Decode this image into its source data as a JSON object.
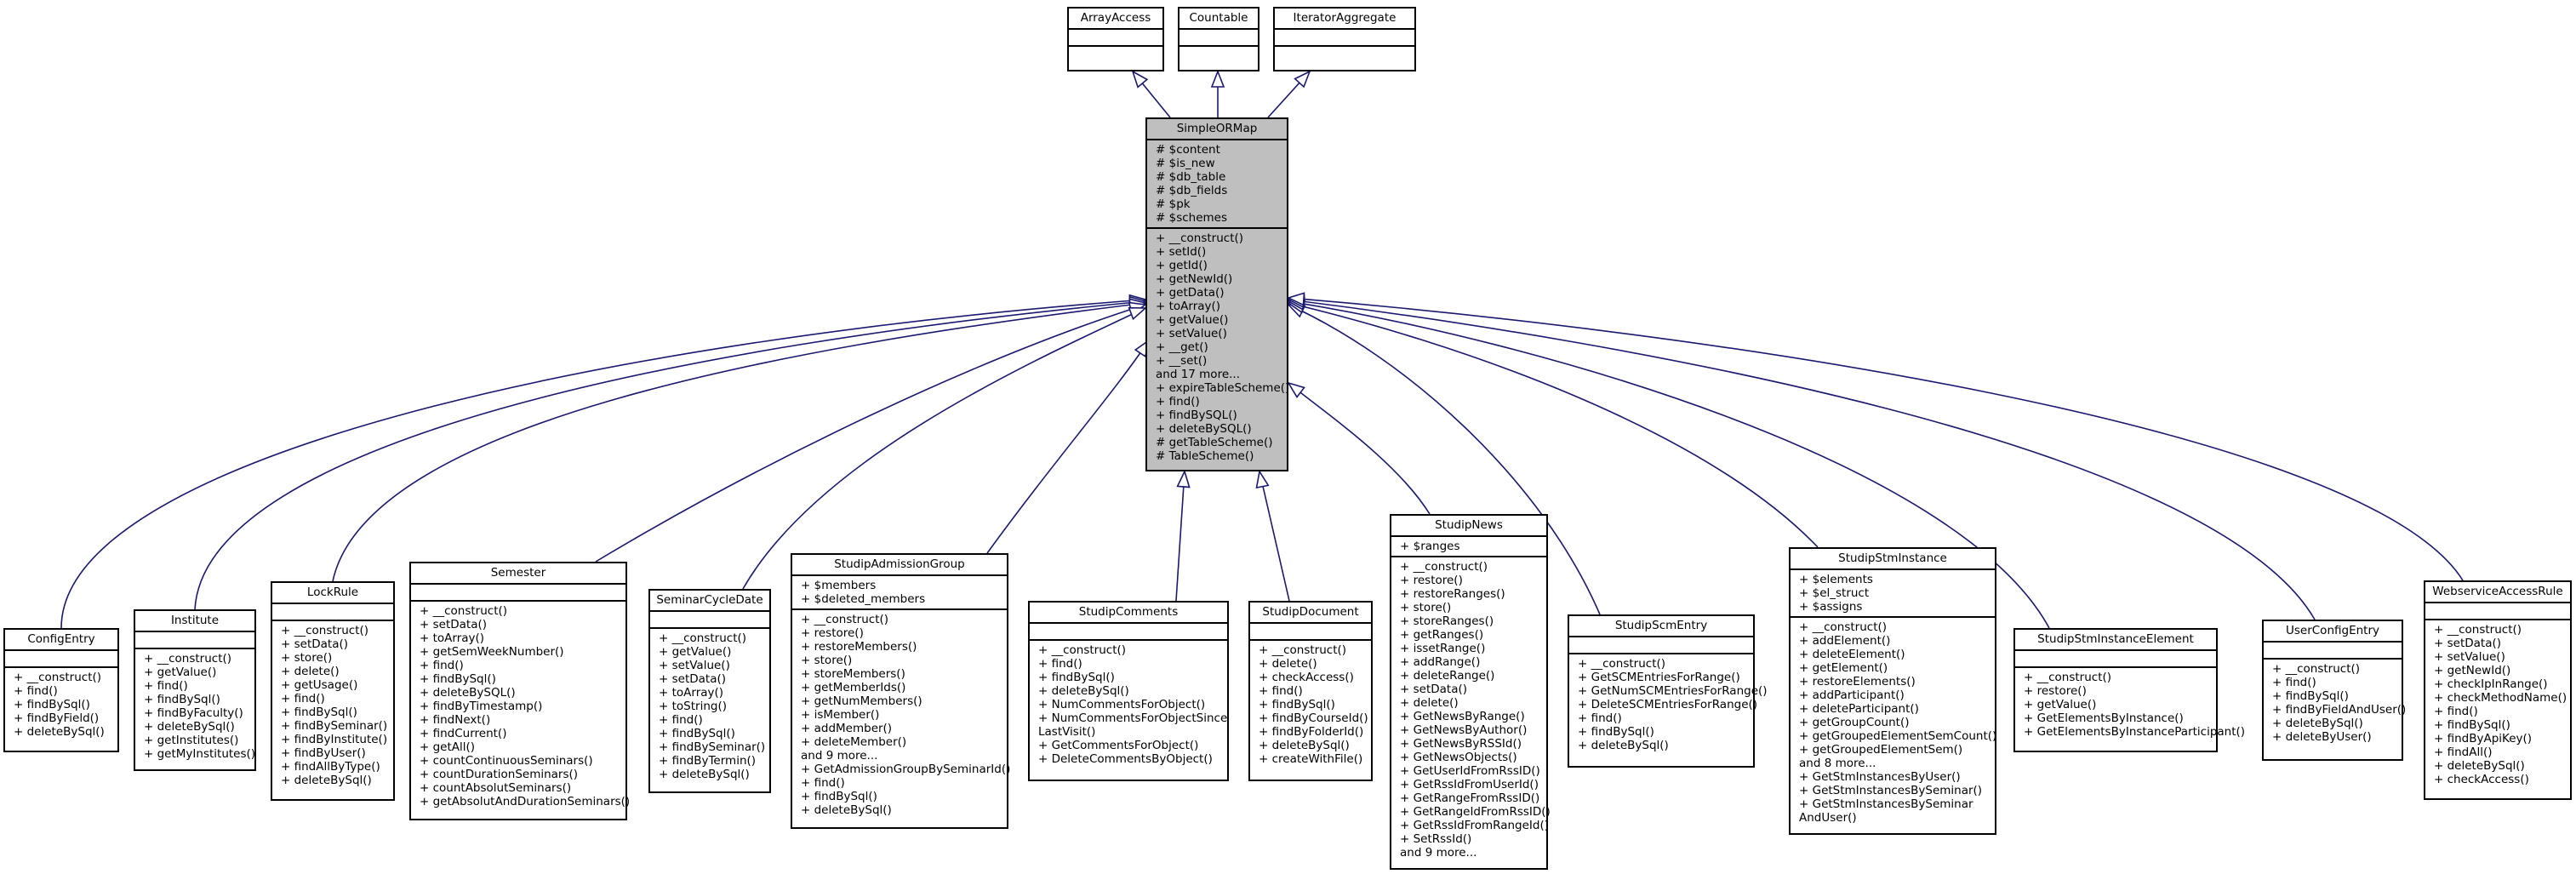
{
  "colors": {
    "edge": "#191970",
    "highlight_fill": "#bfbfbf",
    "box_fill": "#ffffff",
    "border": "#000000"
  },
  "classes": {
    "arrayaccess": {
      "name": "ArrayAccess",
      "attrs": [],
      "ops": []
    },
    "countable": {
      "name": "Countable",
      "attrs": [],
      "ops": []
    },
    "iteratoraggregate": {
      "name": "IteratorAggregate",
      "attrs": [],
      "ops": []
    },
    "simpleormap": {
      "name": "SimpleORMap",
      "attrs": [
        "# $content",
        "# $is_new",
        "# $db_table",
        "# $db_fields",
        "# $pk",
        "# $schemes"
      ],
      "ops": [
        "+ __construct()",
        "+ setId()",
        "+ getId()",
        "+ getNewId()",
        "+ getData()",
        "+ toArray()",
        "+ getValue()",
        "+ setValue()",
        "+ __get()",
        "+ __set()",
        "and 17 more...",
        "+ expireTableScheme()",
        "+ find()",
        "+ findBySQL()",
        "+ deleteBySQL()",
        "# getTableScheme()",
        "# TableScheme()"
      ]
    },
    "configentry": {
      "name": "ConfigEntry",
      "attrs": [],
      "ops": [
        "+ __construct()",
        "+ find()",
        "+ findBySql()",
        "+ findByField()",
        "+ deleteBySql()"
      ]
    },
    "institute": {
      "name": "Institute",
      "attrs": [],
      "ops": [
        "+ __construct()",
        "+ getValue()",
        "+ find()",
        "+ findBySql()",
        "+ findByFaculty()",
        "+ deleteBySql()",
        "+ getInstitutes()",
        "+ getMyInstitutes()"
      ]
    },
    "lockrule": {
      "name": "LockRule",
      "attrs": [],
      "ops": [
        "+ __construct()",
        "+ setData()",
        "+ store()",
        "+ delete()",
        "+ getUsage()",
        "+ find()",
        "+ findBySql()",
        "+ findBySeminar()",
        "+ findByInstitute()",
        "+ findByUser()",
        "+ findAllByType()",
        "+ deleteBySql()"
      ]
    },
    "semester": {
      "name": "Semester",
      "attrs": [],
      "ops": [
        "+ __construct()",
        "+ setData()",
        "+ toArray()",
        "+ getSemWeekNumber()",
        "+ find()",
        "+ findBySql()",
        "+ deleteBySQL()",
        "+ findByTimestamp()",
        "+ findNext()",
        "+ findCurrent()",
        "+ getAll()",
        "+ countContinuousSeminars()",
        "+ countDurationSeminars()",
        "+ countAbsolutSeminars()",
        "+ getAbsolutAndDurationSeminars()"
      ]
    },
    "seminarcycledate": {
      "name": "SeminarCycleDate",
      "attrs": [],
      "ops": [
        "+ __construct()",
        "+ getValue()",
        "+ setValue()",
        "+ setData()",
        "+ toArray()",
        "+ toString()",
        "+ find()",
        "+ findBySql()",
        "+ findBySeminar()",
        "+ findByTermin()",
        "+ deleteBySql()"
      ]
    },
    "studipadmissiongroup": {
      "name": "StudipAdmissionGroup",
      "attrs": [
        "+ $members",
        "+ $deleted_members"
      ],
      "ops": [
        "+ __construct()",
        "+ restore()",
        "+ restoreMembers()",
        "+ store()",
        "+ storeMembers()",
        "+ getMemberIds()",
        "+ getNumMembers()",
        "+ isMember()",
        "+ addMember()",
        "+ deleteMember()",
        "and 9 more...",
        "+ GetAdmissionGroupBySeminarId()",
        "+ find()",
        "+ findBySql()",
        "+ deleteBySql()"
      ]
    },
    "studipcomments": {
      "name": "StudipComments",
      "attrs": [],
      "ops": [
        "+ __construct()",
        "+ find()",
        "+ findBySql()",
        "+ deleteBySql()",
        "+ NumCommentsForObject()",
        "+ NumCommentsForObjectSince",
        "LastVisit()",
        "+ GetCommentsForObject()",
        "+ DeleteCommentsByObject()"
      ]
    },
    "studipdocument": {
      "name": "StudipDocument",
      "attrs": [],
      "ops": [
        "+ __construct()",
        "+ delete()",
        "+ checkAccess()",
        "+ find()",
        "+ findBySql()",
        "+ findByCourseId()",
        "+ findByFolderId()",
        "+ deleteBySql()",
        "+ createWithFile()"
      ]
    },
    "studipnews": {
      "name": "StudipNews",
      "attrs": [
        "+ $ranges"
      ],
      "ops": [
        "+ __construct()",
        "+ restore()",
        "+ restoreRanges()",
        "+ store()",
        "+ storeRanges()",
        "+ getRanges()",
        "+ issetRange()",
        "+ addRange()",
        "+ deleteRange()",
        "+ setData()",
        "+ delete()",
        "+ GetNewsByRange()",
        "+ GetNewsByAuthor()",
        "+ GetNewsByRSSId()",
        "+ GetNewsObjects()",
        "+ GetUserIdFromRssID()",
        "+ GetRssIdFromUserId()",
        "+ GetRangeFromRssID()",
        "+ GetRangeIdFromRssID()",
        "+ GetRssIdFromRangeId()",
        "+ SetRssId()",
        "and 9 more..."
      ]
    },
    "studipscmentry": {
      "name": "StudipScmEntry",
      "attrs": [],
      "ops": [
        "+ __construct()",
        "+ GetSCMEntriesForRange()",
        "+ GetNumSCMEntriesForRange()",
        "+ DeleteSCMEntriesForRange()",
        "+ find()",
        "+ findBySql()",
        "+ deleteBySql()"
      ]
    },
    "studipstminstance": {
      "name": "StudipStmInstance",
      "attrs": [
        "+ $elements",
        "+ $el_struct",
        "+ $assigns"
      ],
      "ops": [
        "+ __construct()",
        "+ addElement()",
        "+ deleteElement()",
        "+ getElement()",
        "+ restoreElements()",
        "+ addParticipant()",
        "+ deleteParticipant()",
        "+ getGroupCount()",
        "+ getGroupedElementSemCount()",
        "+ getGroupedElementSem()",
        "and 8 more...",
        "+ GetStmInstancesByUser()",
        "+ GetStmInstancesBySeminar()",
        "+ GetStmInstancesBySeminar",
        "AndUser()"
      ]
    },
    "studipstminstanceelement": {
      "name": "StudipStmInstanceElement",
      "attrs": [],
      "ops": [
        "+ __construct()",
        "+ restore()",
        "+ getValue()",
        "+ GetElementsByInstance()",
        "+ GetElementsByInstanceParticipant()"
      ]
    },
    "userconfigentry": {
      "name": "UserConfigEntry",
      "attrs": [],
      "ops": [
        "+ __construct()",
        "+ find()",
        "+ findBySql()",
        "+ findByFieldAndUser()",
        "+ deleteBySql()",
        "+ deleteByUser()"
      ]
    },
    "webserviceaccessrule": {
      "name": "WebserviceAccessRule",
      "attrs": [],
      "ops": [
        "+ __construct()",
        "+ setData()",
        "+ setValue()",
        "+ getNewId()",
        "+ checkIpInRange()",
        "+ checkMethodName()",
        "+ find()",
        "+ findBySql()",
        "+ findByApiKey()",
        "+ findAll()",
        "+ deleteBySql()",
        "+ checkAccess()"
      ]
    }
  }
}
